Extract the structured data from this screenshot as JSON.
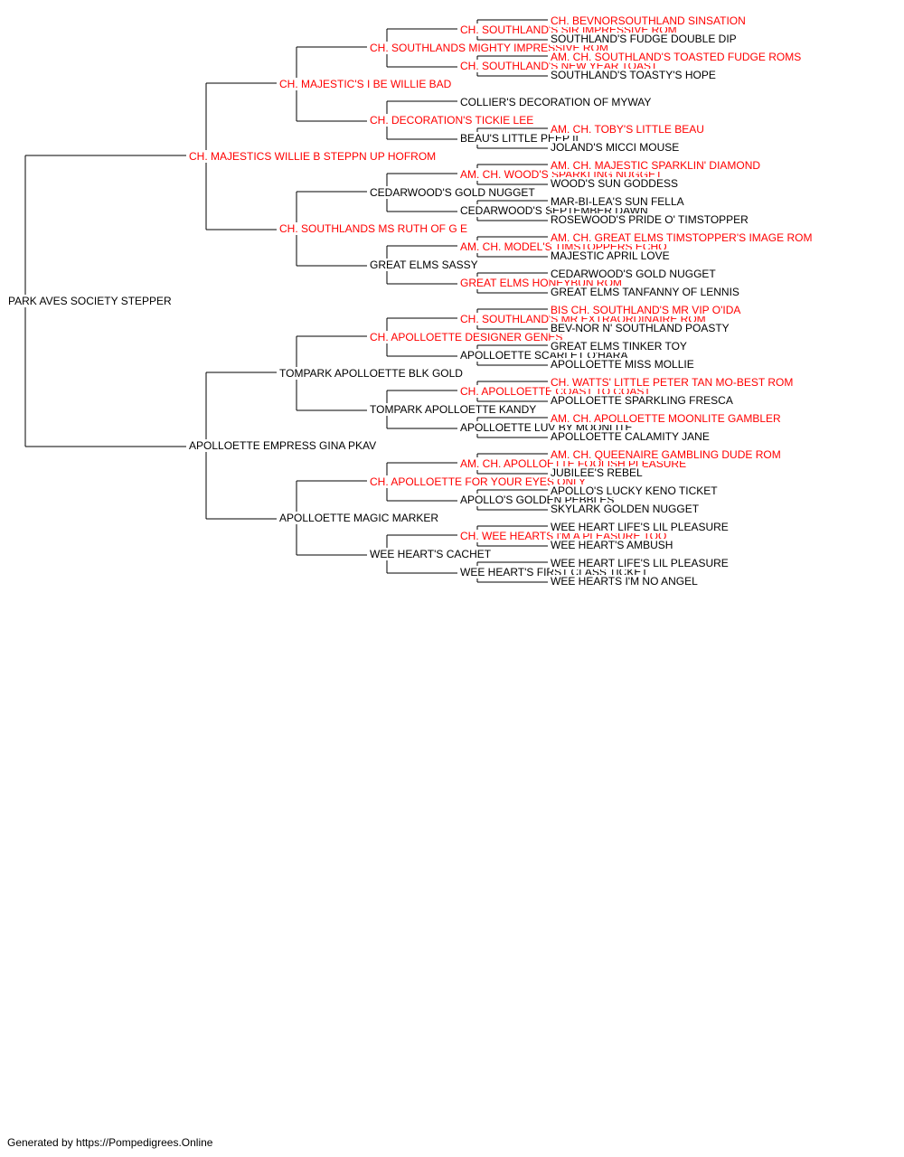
{
  "colors": {
    "titled": "#ff0000",
    "normal": "#000000",
    "line": "#000000"
  },
  "pedigree": {
    "name": "PARK AVES SOCIETY STEPPER",
    "sire": {
      "name": "CH. MAJESTICS WILLIE B STEPPN UP HOFROM",
      "titled": true,
      "sire": {
        "name": "CH. MAJESTIC'S I BE WILLIE BAD",
        "titled": true,
        "sire": {
          "name": "CH. SOUTHLANDS MIGHTY IMPRESSIVE ROM",
          "titled": true,
          "sire": {
            "name": "CH. SOUTHLAND'S SIR IMPRESSIVE ROM",
            "titled": true,
            "sire": {
              "name": "CH. BEVNORSOUTHLAND SINSATION",
              "titled": true
            },
            "dam": {
              "name": "SOUTHLAND'S FUDGE DOUBLE DIP",
              "titled": false
            }
          },
          "dam": {
            "name": "CH. SOUTHLAND'S NEW YEAR TOAST",
            "titled": true,
            "sire": {
              "name": "AM. CH. SOUTHLAND'S TOASTED FUDGE ROMS",
              "titled": true
            },
            "dam": {
              "name": "SOUTHLAND'S TOASTY'S HOPE",
              "titled": false
            }
          }
        },
        "dam": {
          "name": "CH. DECORATION'S TICKIE LEE",
          "titled": true,
          "sire": {
            "name": "COLLIER'S DECORATION OF MYWAY",
            "titled": false
          },
          "dam": {
            "name": "BEAU'S LITTLE PEEP II",
            "titled": false,
            "sire": {
              "name": "AM. CH. TOBY'S LITTLE BEAU",
              "titled": true
            },
            "dam": {
              "name": "JOLAND'S MICCI MOUSE",
              "titled": false
            }
          }
        }
      },
      "dam": {
        "name": "CH. SOUTHLANDS MS RUTH OF G E",
        "titled": true,
        "sire": {
          "name": "CEDARWOOD'S GOLD NUGGET",
          "titled": false,
          "sire": {
            "name": "AM. CH. WOOD'S SPARKLING NUGGET",
            "titled": true,
            "sire": {
              "name": "AM. CH. MAJESTIC SPARKLIN' DIAMOND",
              "titled": true
            },
            "dam": {
              "name": "WOOD'S SUN GODDESS",
              "titled": false
            }
          },
          "dam": {
            "name": "CEDARWOOD'S SEPTEMBER DAWN",
            "titled": false,
            "sire": {
              "name": "MAR-BI-LEA'S SUN FELLA",
              "titled": false
            },
            "dam": {
              "name": "ROSEWOOD'S PRIDE O' TIMSTOPPER",
              "titled": false
            }
          }
        },
        "dam": {
          "name": "GREAT ELMS SASSY",
          "titled": false,
          "sire": {
            "name": "AM. CH. MODEL'S TIMSTOPPERS ECHO",
            "titled": true,
            "sire": {
              "name": "AM. CH. GREAT ELMS TIMSTOPPER'S IMAGE ROM",
              "titled": true
            },
            "dam": {
              "name": "MAJESTIC APRIL LOVE",
              "titled": false
            }
          },
          "dam": {
            "name": "GREAT ELMS HONEYBUN ROM",
            "titled": true,
            "sire": {
              "name": "CEDARWOOD'S GOLD NUGGET",
              "titled": false
            },
            "dam": {
              "name": "GREAT ELMS TANFANNY OF LENNIS",
              "titled": false
            }
          }
        }
      }
    },
    "dam": {
      "name": "APOLLOETTE EMPRESS GINA PKAV",
      "titled": false,
      "sire": {
        "name": "TOMPARK APOLLOETTE BLK GOLD",
        "titled": false,
        "sire": {
          "name": "CH. APOLLOETTE DESIGNER GENES",
          "titled": true,
          "sire": {
            "name": "CH. SOUTHLAND'S MR EXTRAORDINAIRE ROM",
            "titled": true,
            "sire": {
              "name": "BIS CH. SOUTHLAND'S MR VIP O'IDA",
              "titled": true
            },
            "dam": {
              "name": "BEV-NOR N' SOUTHLAND POASTY",
              "titled": false
            }
          },
          "dam": {
            "name": "APOLLOETTE SCARLET O'HARA",
            "titled": false,
            "sire": {
              "name": "GREAT ELMS TINKER TOY",
              "titled": false
            },
            "dam": {
              "name": "APOLLOETTE MISS MOLLIE",
              "titled": false
            }
          }
        },
        "dam": {
          "name": "TOMPARK APOLLOETTE KANDY",
          "titled": false,
          "sire": {
            "name": "CH. APOLLOETTE COAST TO COAST",
            "titled": true,
            "sire": {
              "name": "CH. WATTS' LITTLE PETER TAN MO-BEST ROM",
              "titled": true
            },
            "dam": {
              "name": "APOLLOETTE SPARKLING FRESCA",
              "titled": false
            }
          },
          "dam": {
            "name": "APOLLOETTE LUV BY MOONLITE",
            "titled": false,
            "sire": {
              "name": "AM. CH. APOLLOETTE MOONLITE GAMBLER",
              "titled": true
            },
            "dam": {
              "name": "APOLLOETTE CALAMITY JANE",
              "titled": false
            }
          }
        }
      },
      "dam": {
        "name": "APOLLOETTE MAGIC MARKER",
        "titled": false,
        "sire": {
          "name": "CH. APOLLOETTE FOR YOUR EYES ONLY",
          "titled": true,
          "sire": {
            "name": "AM. CH. APOLLOETTE FOOLISH PLEASURE",
            "titled": true,
            "sire": {
              "name": "AM. CH. QUEENAIRE GAMBLING DUDE ROM",
              "titled": true
            },
            "dam": {
              "name": "JUBILEE'S REBEL",
              "titled": false
            }
          },
          "dam": {
            "name": "APOLLO'S GOLDEN PEBBLES",
            "titled": false,
            "sire": {
              "name": "APOLLO'S LUCKY KENO TICKET",
              "titled": false
            },
            "dam": {
              "name": "SKYLARK GOLDEN NUGGET",
              "titled": false
            }
          }
        },
        "dam": {
          "name": "WEE HEART'S CACHET",
          "titled": false,
          "sire": {
            "name": "CH. WEE HEARTS I'M A PLEASURE TOO",
            "titled": true,
            "sire": {
              "name": "WEE HEART LIFE'S LIL PLEASURE",
              "titled": false
            },
            "dam": {
              "name": "WEE HEART'S AMBUSH",
              "titled": false
            }
          },
          "dam": {
            "name": "WEE HEART'S FIRST CLASS TICKET",
            "titled": false,
            "sire": {
              "name": "WEE HEART LIFE'S LIL PLEASURE",
              "titled": false
            },
            "dam": {
              "name": "WEE HEARTS I'M NO ANGEL",
              "titled": false
            }
          }
        }
      }
    }
  },
  "footer": "Generated by https://Pompedigrees.Online"
}
